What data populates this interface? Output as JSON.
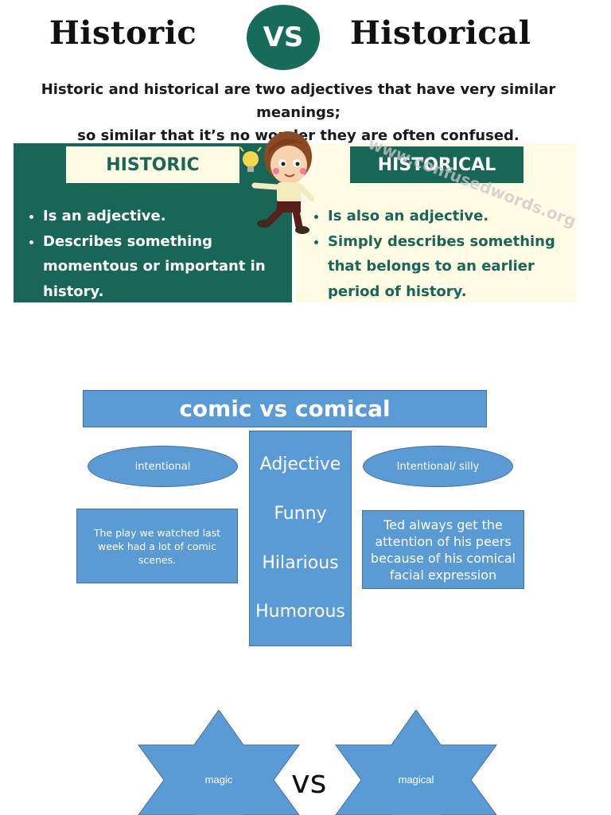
{
  "infographic": {
    "word_left": "Historic",
    "vs": "VS",
    "word_right": "Historical",
    "intro_line1": "Historic and historical are two adjectives that have very similar meanings;",
    "intro_line2": "so similar that it’s no wonder they are often confused.",
    "watermark": "www.confusedwords.org",
    "left_panel": {
      "tag": "HISTORIC",
      "bullets": [
        "Is an adjective.",
        "Describes something momentous or important in history."
      ]
    },
    "right_panel": {
      "tag": "HISTORICAL",
      "bullets": [
        "Is also an adjective.",
        "Simply describes something that belongs to an earlier period of history."
      ]
    },
    "colors": {
      "teal": "#176656",
      "cream": "#fffbe4"
    }
  },
  "comic_diagram": {
    "title": "comic vs comical",
    "center_words": [
      "Adjective",
      "Funny",
      "Hilarious",
      "Humorous"
    ],
    "left_ellipse": "intentional",
    "right_ellipse": "Intentional/ silly",
    "left_example": "The play we watched last week had a lot of comic scenes.",
    "right_example": "Ted always get the attention of his peers because of his comical facial expression",
    "colors": {
      "fill": "#5b9bd5",
      "border": "#41719c"
    }
  },
  "magic_diagram": {
    "left_star": "magic",
    "vs": "vs",
    "right_star": "magical"
  }
}
